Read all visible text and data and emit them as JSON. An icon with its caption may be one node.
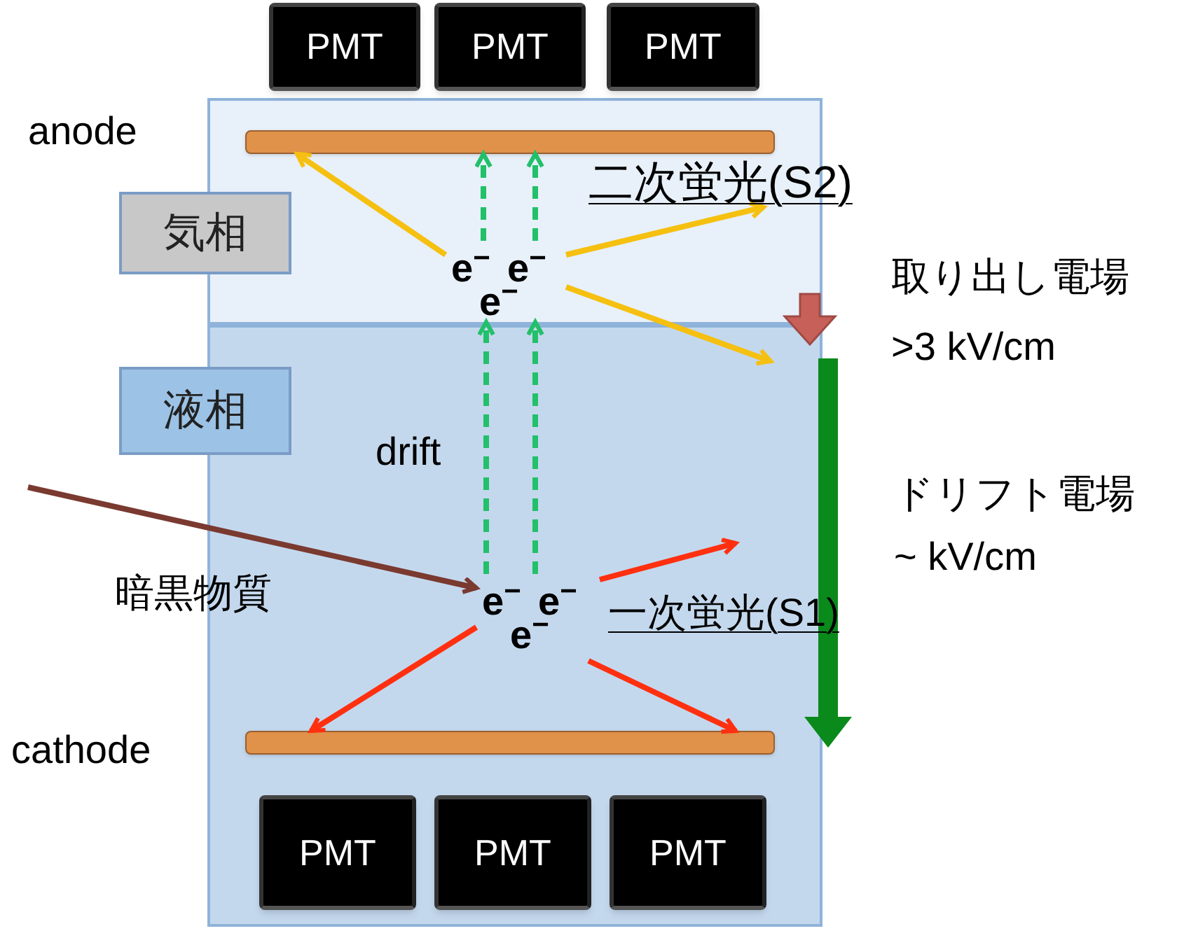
{
  "diagram": {
    "nodes": [
      {
        "text": [],
        "shape": "box"
      },
      {
        "text": [
          "気相"
        ]
      },
      {
        "text": [],
        "shape": "box"
      },
      {
        "text": [
          "液相"
        ]
      },
      {
        "text": [
          "PMT"
        ]
      },
      {
        "text": [
          "PMT"
        ]
      },
      {
        "text": [
          "PMT"
        ]
      },
      {
        "text": [
          "PMT"
        ],
        "in": 2
      },
      {
        "text": [
          "PMT"
        ],
        "in": 2
      },
      {
        "text": [
          "PMT"
        ],
        "in": 2
      },
      {
        "text": [],
        "shape": "bar",
        "in": 0
      },
      {
        "text": [
          "e$^{−}$",
          "e$^{−}$",
          "e$^{−}$"
        ],
        "in": 0
      },
      {
        "text": [],
        "shape": "bar",
        "in": 2
      },
      {
        "text": [
          "e$^{−}$",
          "e$^{−}$",
          "e$^{−}$"
        ],
        "in": 2
      },
      {
        "text": [
          "二次蛍光(S2)"
        ]
      }
    ],
    "edges": [
      {
        "from": 11,
        "to": 10,
        "arrow": "to",
        "style": "dashed",
        "color": "#22c06a"
      },
      {
        "from": 11,
        "to": 10,
        "arrow": "to",
        "style": "dashed",
        "color": "#22c06a"
      },
      {
        "from": 11,
        "to": 10,
        "arrow": "to",
        "color": "#f5c010"
      },
      {
        "from": 11,
        "to": 14,
        "arrow": "to",
        "color": "#f5c010"
      },
      {
        "from": 11,
        "to": null,
        "arrow": "to",
        "color": "#f5c010"
      },
      {
        "from": 13,
        "to": 11,
        "arrow": "to",
        "style": "dashed",
        "color": "#22c06a",
        "label": "drift"
      },
      {
        "from": 13,
        "to": 11,
        "arrow": "to",
        "style": "dashed",
        "color": "#22c06a"
      },
      {
        "from": null,
        "to": 13,
        "arrow": "to",
        "color": "#7a3a30",
        "label": "暗黒物質"
      },
      {
        "from": 13,
        "to": null,
        "arrow": "to",
        "color": "#ff3010"
      },
      {
        "from": 13,
        "to": 12,
        "arrow": "to",
        "color": "#ff3010"
      },
      {
        "from": 13,
        "to": 12,
        "arrow": "to",
        "color": "#ff3010"
      }
    ],
    "labels": [
      "anode",
      "取り出し電場",
      ">3 kV/cm",
      "ドリフト電場",
      "~ kV/cm",
      "一次蛍光(S1)",
      "cathode"
    ]
  }
}
